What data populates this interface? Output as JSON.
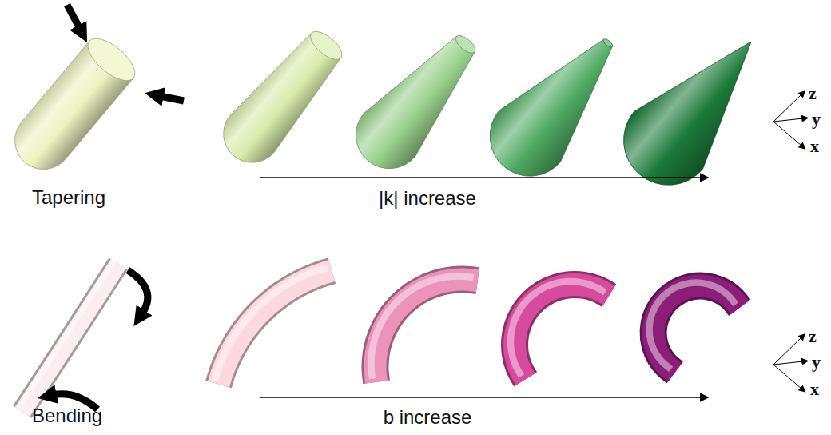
{
  "diagram": {
    "labels": [
      "Tapering",
      "|k| increase",
      "z",
      "y",
      "x",
      "Bending",
      "b increase",
      "z",
      "y",
      "x"
    ]
  }
}
